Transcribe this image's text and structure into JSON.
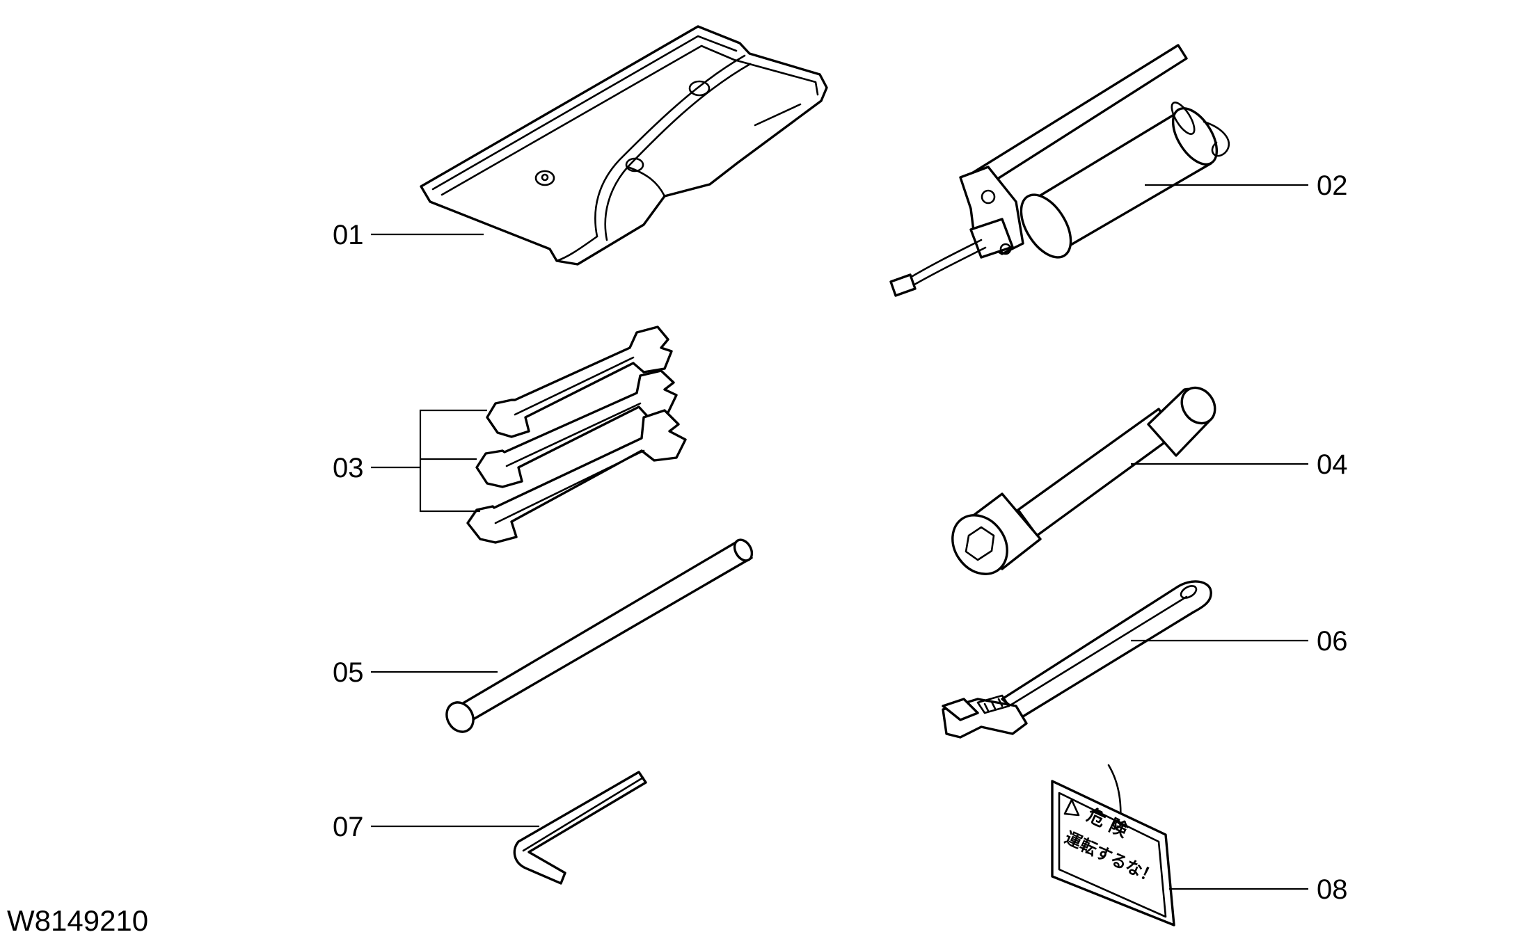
{
  "diagram": {
    "code": "W8149210",
    "callouts": [
      {
        "id": "01",
        "label": "01"
      },
      {
        "id": "02",
        "label": "02"
      },
      {
        "id": "03",
        "label": "03"
      },
      {
        "id": "04",
        "label": "04"
      },
      {
        "id": "05",
        "label": "05"
      },
      {
        "id": "06",
        "label": "06"
      },
      {
        "id": "07",
        "label": "07"
      },
      {
        "id": "08",
        "label": "08"
      }
    ],
    "warning_tag": {
      "heading": "危 険",
      "line": "運転するな！"
    }
  }
}
